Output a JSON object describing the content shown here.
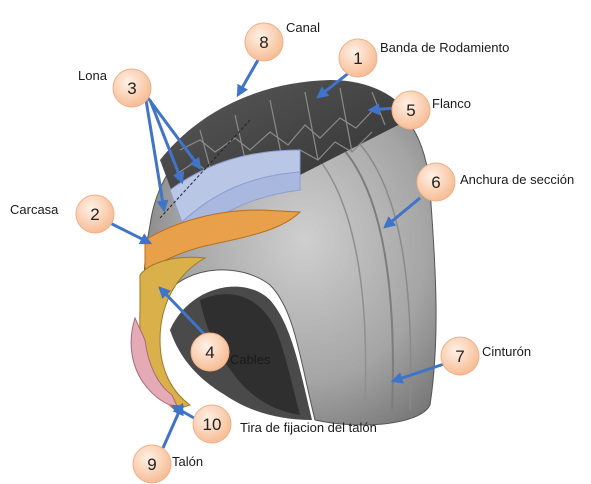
{
  "colors": {
    "arrow": "#3f74c9",
    "badge_fill": "#fbd2b4",
    "badge_stroke": "#f0b08a",
    "rubber": "#9a9a9a",
    "tread": "#3e3e3e",
    "carcass": "#e9a04a",
    "ply": "#b9c6e6"
  },
  "callouts": [
    {
      "number": "1",
      "label": "Banda de Rodamiento"
    },
    {
      "number": "2",
      "label": "Carcasa"
    },
    {
      "number": "3",
      "label": "Lona"
    },
    {
      "number": "4",
      "label": "Cables"
    },
    {
      "number": "5",
      "label": "Flanco"
    },
    {
      "number": "6",
      "label": "Anchura de sección"
    },
    {
      "number": "7",
      "label": "Cinturón"
    },
    {
      "number": "8",
      "label": "Canal"
    },
    {
      "number": "9",
      "label": "Talón"
    },
    {
      "number": "10",
      "label": "Tira de fijacion del talón"
    }
  ]
}
